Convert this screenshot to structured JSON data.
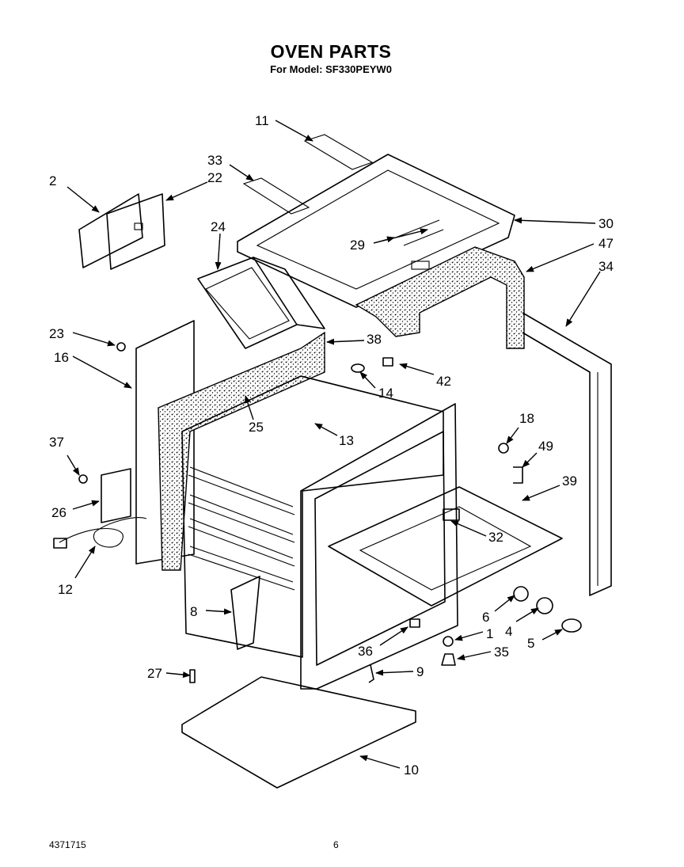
{
  "header": {
    "title": "OVEN PARTS",
    "subtitle": "For Model: SF330PEYW0"
  },
  "footer": {
    "doc_number": "4371715",
    "page_number": "6"
  },
  "callouts": [
    {
      "id": "callout-11",
      "label": "11"
    },
    {
      "id": "callout-33",
      "label": "33"
    },
    {
      "id": "callout-2",
      "label": "2"
    },
    {
      "id": "callout-22",
      "label": "22"
    },
    {
      "id": "callout-24",
      "label": "24"
    },
    {
      "id": "callout-30",
      "label": "30"
    },
    {
      "id": "callout-47",
      "label": "47"
    },
    {
      "id": "callout-34",
      "label": "34"
    },
    {
      "id": "callout-29",
      "label": "29"
    },
    {
      "id": "callout-23",
      "label": "23"
    },
    {
      "id": "callout-16",
      "label": "16"
    },
    {
      "id": "callout-38",
      "label": "38"
    },
    {
      "id": "callout-42",
      "label": "42"
    },
    {
      "id": "callout-14",
      "label": "14"
    },
    {
      "id": "callout-18",
      "label": "18"
    },
    {
      "id": "callout-49",
      "label": "49"
    },
    {
      "id": "callout-39",
      "label": "39"
    },
    {
      "id": "callout-25",
      "label": "25"
    },
    {
      "id": "callout-13",
      "label": "13"
    },
    {
      "id": "callout-37",
      "label": "37"
    },
    {
      "id": "callout-26",
      "label": "26"
    },
    {
      "id": "callout-32",
      "label": "32"
    },
    {
      "id": "callout-12",
      "label": "12"
    },
    {
      "id": "callout-8",
      "label": "8"
    },
    {
      "id": "callout-6",
      "label": "6"
    },
    {
      "id": "callout-4",
      "label": "4"
    },
    {
      "id": "callout-5",
      "label": "5"
    },
    {
      "id": "callout-1",
      "label": "1"
    },
    {
      "id": "callout-36",
      "label": "36"
    },
    {
      "id": "callout-35",
      "label": "35"
    },
    {
      "id": "callout-9",
      "label": "9"
    },
    {
      "id": "callout-27",
      "label": "27"
    },
    {
      "id": "callout-10",
      "label": "10"
    }
  ]
}
